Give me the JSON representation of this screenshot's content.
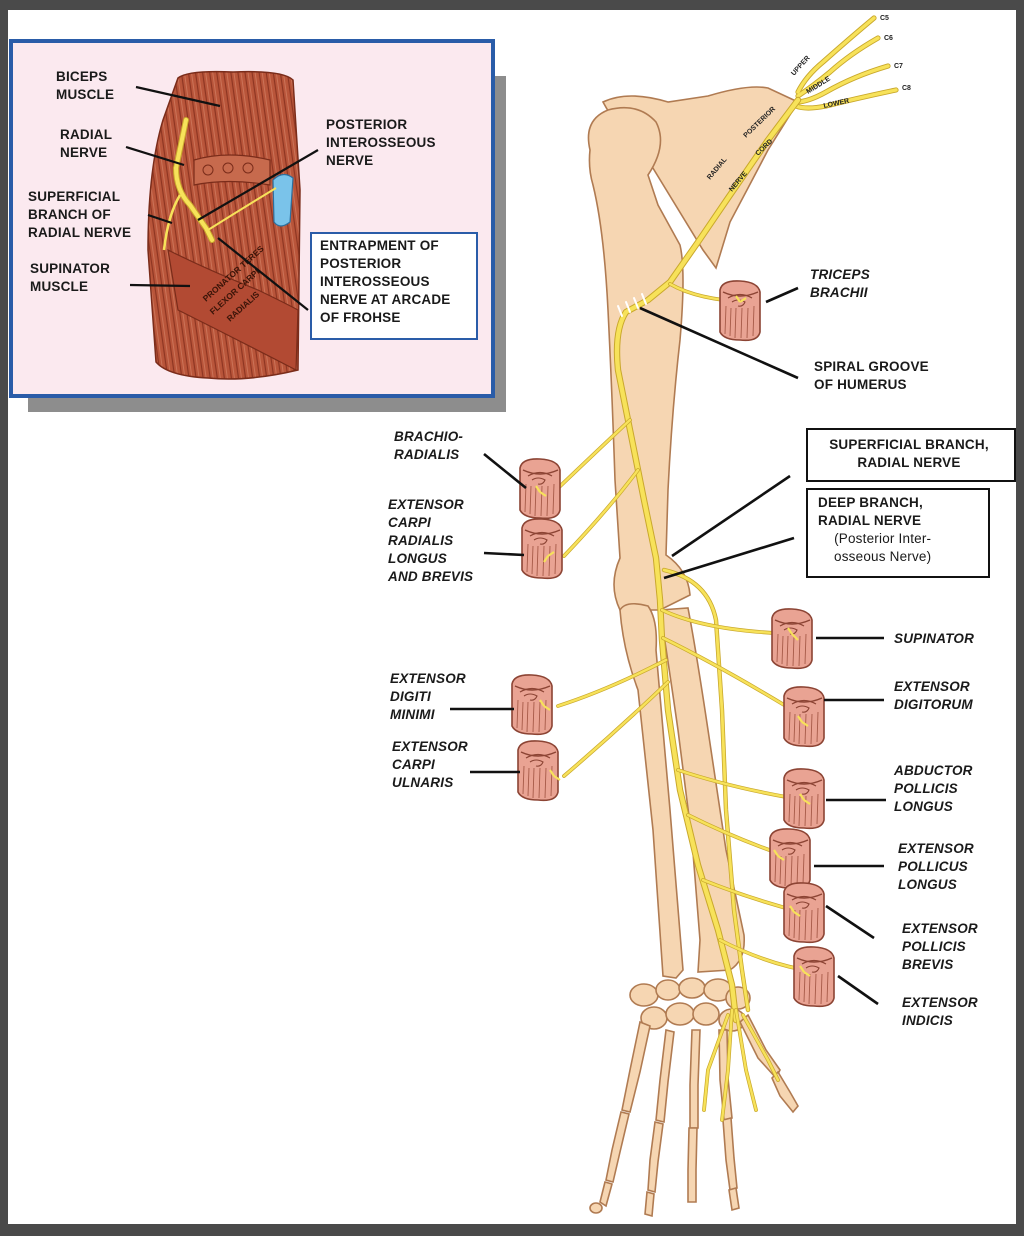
{
  "colors": {
    "bone": "#f6d6b2",
    "bone_outline": "#b07b52",
    "nerve": "#f7e25a",
    "nerve_outline": "#c9a82c",
    "muscle": "#e9a393",
    "muscle_outline": "#8c4434",
    "inset_border": "#2a5ca8",
    "inset_background": "#fbe9ef",
    "inset_shadow": "#8d8d8d"
  },
  "nerve_roots": [
    "C5",
    "C6",
    "C7",
    "C8"
  ],
  "trunks": [
    "UPPER",
    "MIDDLE",
    "LOWER"
  ],
  "cord": [
    "POSTERIOR",
    "CORD"
  ],
  "nerve_name": [
    "RADIAL",
    "NERVE"
  ],
  "inset": {
    "labels": {
      "biceps": "BICEPS\nMUSCLE",
      "radial": "RADIAL\nNERVE",
      "superficial": "SUPERFICIAL\nBRANCH OF\nRADIAL NERVE",
      "supinator": "SUPINATOR\nMUSCLE",
      "posterior": "POSTERIOR\nINTEROSSEOUS\nNERVE",
      "entrapment": "ENTRAPMENT OF\nPOSTERIOR\nINTEROSSEOUS\nNERVE AT ARCADE\nOF FROHSE"
    },
    "muscle_text": [
      "PRONATOR TERES",
      "FLEXOR CARPI",
      "RADIALIS"
    ]
  },
  "labels": {
    "triceps": "TRICEPS\nBRACHII",
    "spiral": "SPIRAL GROOVE\nOF HUMERUS",
    "superficial_branch": "SUPERFICIAL BRANCH,\nRADIAL NERVE",
    "deep_branch": "DEEP BRANCH,\nRADIAL NERVE",
    "deep_branch_sub": "(Posterior Inter-\nosseous Nerve)",
    "brachioradialis": "BRACHIO-\nRADIALIS",
    "ecrl": "EXTENSOR\nCARPI\nRADIALIS\nLONGUS\nAND BREVIS",
    "edm": "EXTENSOR\nDIGITI\nMINIMI",
    "ecu": "EXTENSOR\nCARPI\nULNARIS",
    "supinator": "SUPINATOR",
    "ed": "EXTENSOR\nDIGITORUM",
    "apl": "ABDUCTOR\nPOLLICIS\nLONGUS",
    "epl": "EXTENSOR\nPOLLICUS\nLONGUS",
    "epb": "EXTENSOR\nPOLLICIS\nBREVIS",
    "ei": "EXTENSOR\nINDICIS"
  }
}
